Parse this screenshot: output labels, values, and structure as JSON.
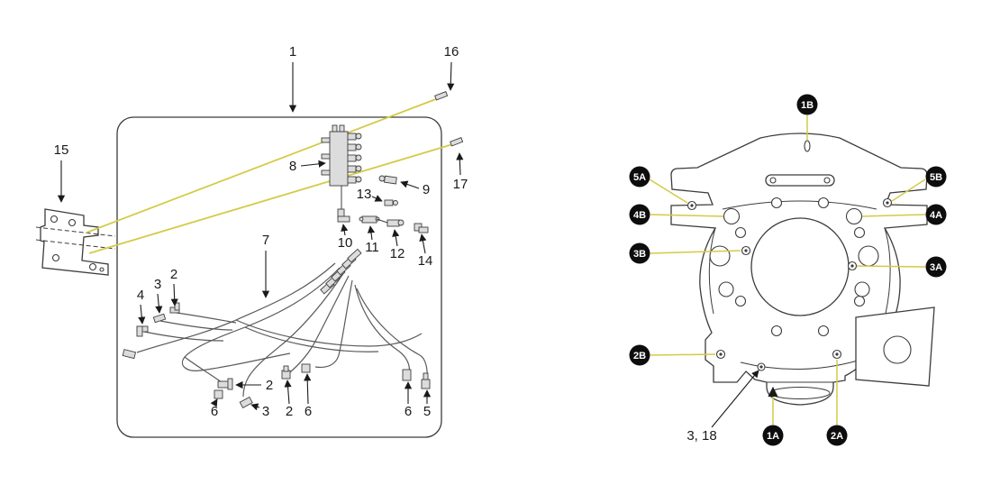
{
  "colors": {
    "hose": "#d4ca45",
    "outline": "#3c3c3c",
    "label": "#1a1a1a",
    "badge_bg": "#0d0d0d",
    "badge_text": "#ffffff"
  },
  "left_panel": {
    "labels": {
      "n1": "1",
      "n15": "15",
      "n16": "16",
      "n17": "17",
      "n8": "8",
      "n9": "9",
      "n13": "13",
      "n10": "10",
      "n11": "11",
      "n12": "12",
      "n14": "14",
      "n7": "7",
      "n4": "4",
      "n3_upper": "3",
      "n2_upper": "2",
      "n2_mid": "2",
      "n6_a": "6",
      "n3_lower": "3",
      "n2_lower": "2",
      "n6_b": "6",
      "n6_c": "6",
      "n5": "5"
    }
  },
  "right_panel": {
    "badges": {
      "b1B": "1B",
      "b5A": "5A",
      "b4B": "4B",
      "b3B": "3B",
      "b2B": "2B",
      "b5B": "5B",
      "b4A": "4A",
      "b3A": "3A",
      "b2A": "2A",
      "b1A": "1A"
    },
    "note_3_18": "3, 18"
  }
}
